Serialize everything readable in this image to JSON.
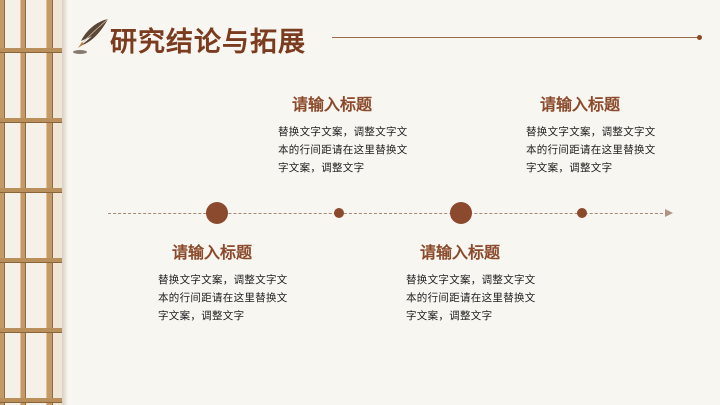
{
  "page": {
    "title": "研究结论与拓展",
    "accent_color": "#8b4a2b",
    "decoration_icon": "quill-pen-icon"
  },
  "items": [
    {
      "heading": "请输入标题",
      "body": "替换文字文案，调整文字文本的行间距请在这里替换文字文案，调整文字"
    },
    {
      "heading": "请输入标题",
      "body": "替换文字文案，调整文字文本的行间距请在这里替换文字文案，调整文字"
    },
    {
      "heading": "请输入标题",
      "body": "替换文字文案，调整文字文本的行间距请在这里替换文字文案，调整文字"
    },
    {
      "heading": "请输入标题",
      "body": "替换文字文案，调整文字文本的行间距请在这里替换文字文案，调整文字"
    }
  ]
}
